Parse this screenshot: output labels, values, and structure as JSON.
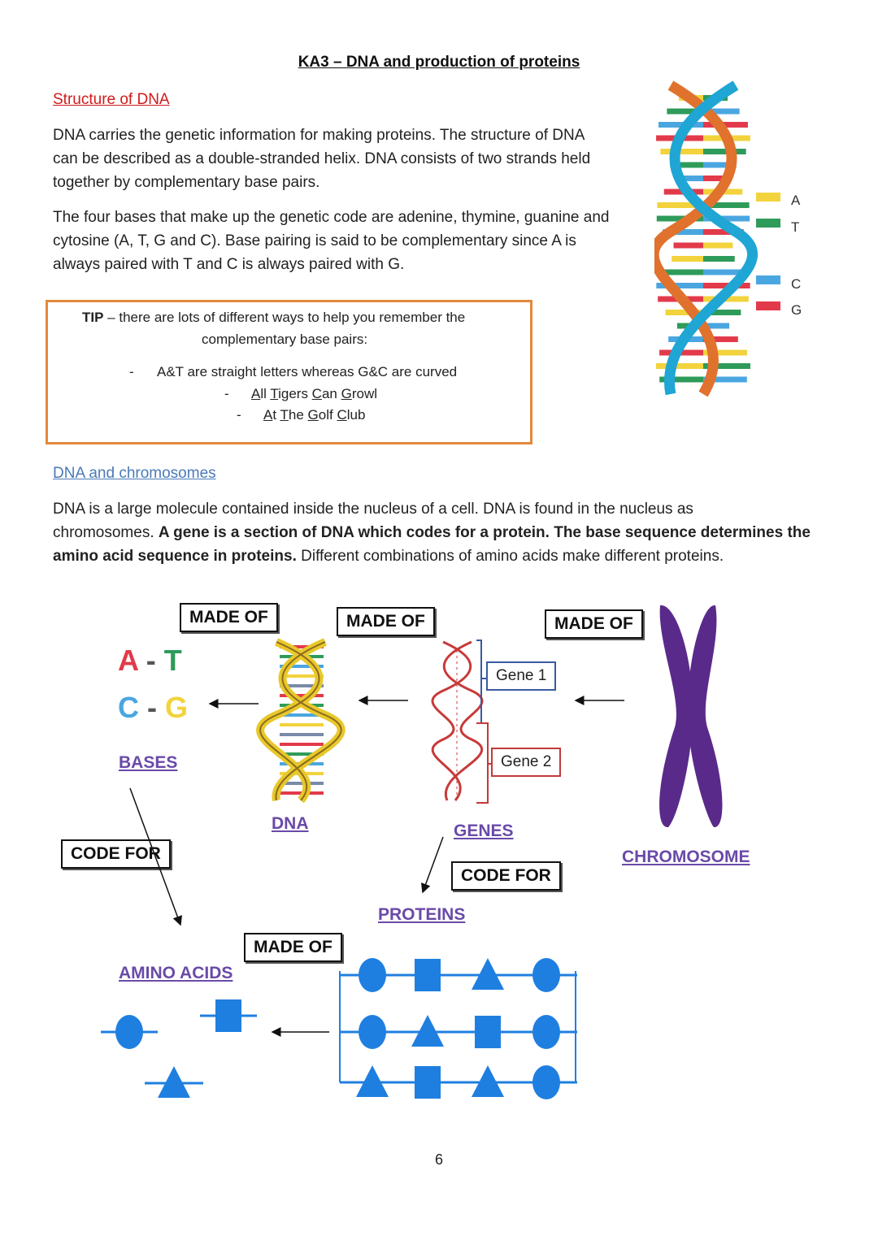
{
  "title": "KA3 – DNA and production of proteins",
  "structure": {
    "heading": "Structure of DNA",
    "para1": [
      "DNA carries the genetic information for making proteins. The structure of DNA",
      "can be described as a double-stranded helix. DNA consists of two strands held",
      "together by complementary base pairs."
    ],
    "para2": [
      "The four bases that make up the genetic code are adenine, thymine, guanine and",
      "cytosine (A, T, G and C). Base pairing is said to be complementary since A is",
      "always paired with T and C is always paired with G."
    ]
  },
  "tip": {
    "label": "TIP",
    "line1": " – there are lots of different ways to help you remember the",
    "line2": "complementary base pairs:",
    "bullet1": "A&T are straight letters whereas G&C are curved",
    "bullet2": {
      "a": "A",
      "a_rest": "ll ",
      "t": "T",
      "t_rest": "igers ",
      "c": "C",
      "c_rest": "an ",
      "g": "G",
      "g_rest": "rowl"
    },
    "bullet3": {
      "a": "A",
      "a_rest": "t ",
      "t": "T",
      "t_rest": "he ",
      "g": "G",
      "g_rest": "olf ",
      "c": "C",
      "c_rest": "lub"
    },
    "dash": "-"
  },
  "legend": {
    "a": "A",
    "t": "T",
    "c": "C",
    "g": "G",
    "colors": {
      "A": "#f2d33c",
      "T": "#2e9b5a",
      "C": "#4aa6e0",
      "G": "#e23a4a"
    }
  },
  "chromosomes": {
    "heading": "DNA and chromosomes",
    "line1": "DNA is a large molecule contained inside the nucleus of a cell. DNA is found in the nucleus as",
    "line2_plain": "chromosomes. ",
    "line2_bold": "A gene is a section of DNA which codes for a protein. The base sequence determines the",
    "line3_bold": "amino acid sequence in proteins.",
    "line3_plain": " Different combinations of amino acids make different proteins."
  },
  "diagram": {
    "made_of": "MADE OF",
    "code_for": "CODE FOR",
    "bases_a": "A",
    "bases_dash1": "-",
    "bases_t": "T",
    "bases_c": "C",
    "bases_dash2": "-",
    "bases_g": "G",
    "label_bases": "BASES",
    "label_dna": "DNA",
    "label_genes": "GENES",
    "label_chromosome": "CHROMOSOME",
    "label_proteins": "PROTEINS",
    "label_amino": "AMINO ACIDS",
    "gene1": "Gene 1",
    "gene2": "Gene 2",
    "shape_color": "#1f7fe0",
    "chromosome_color": "#5a2a8a"
  },
  "page_number": "6"
}
